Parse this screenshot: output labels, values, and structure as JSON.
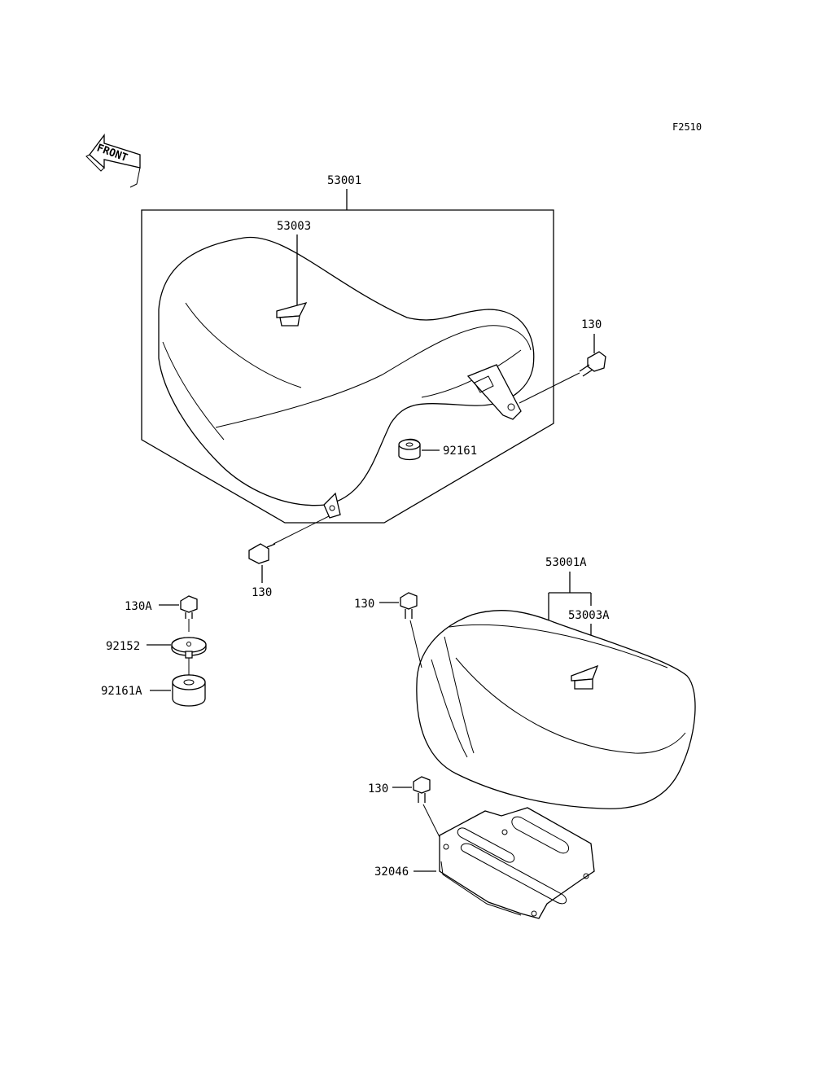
{
  "figure_code": "F2510",
  "front_label": "FRONT",
  "callouts": {
    "seat_assy": "53001",
    "seat_label": "53003",
    "bolt_right": "130",
    "collar": "92161",
    "bolt_left": "130",
    "bolt_a": "130A",
    "washer": "92152",
    "damper": "92161A",
    "seat_assy_a": "53001A",
    "seat_label_a": "53003A",
    "bolt_mid": "130",
    "bolt_lower": "130",
    "plate": "32046"
  }
}
